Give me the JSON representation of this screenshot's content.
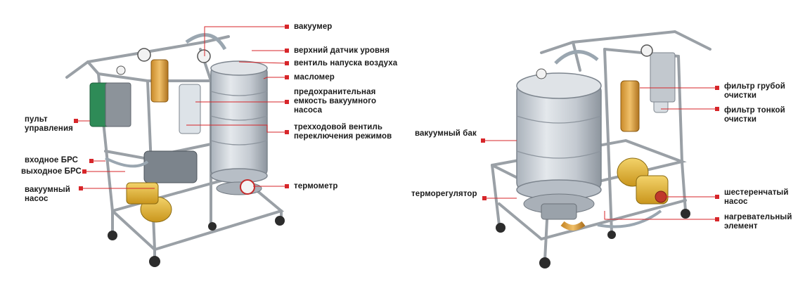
{
  "colors": {
    "leader": "#d7262a",
    "frame": "#b9bcc0",
    "tank": "#c9cfd6",
    "motor": "#e2b73a",
    "panel": "#2e8b57"
  },
  "left_unit": {
    "labels": {
      "vacuummeter": "вакуумер",
      "level_sensor": "верхний датчик уровня",
      "air_valve": "вентиль напуска воздуха",
      "oil_gauge": "масломер",
      "safety_tank": "предохранительная емкость вакуумного насоса",
      "three_way_valve": "трехходовой вентиль переключения режимов",
      "control_panel": "пульт управления",
      "inlet_brs": "входное БРС",
      "outlet_brs": "выходное БРС",
      "vacuum_pump": "вакуумный насос",
      "thermometer": "термометр"
    }
  },
  "right_unit": {
    "labels": {
      "vacuum_tank": "вакуумный бак",
      "thermoregulator": "терморегулятор",
      "coarse_filter": "фильтр грубой очистки",
      "fine_filter": "фильтр тонкой очистки",
      "gear_pump": "шестеренчатый насос",
      "heating_element": "нагревательный элемент"
    }
  }
}
